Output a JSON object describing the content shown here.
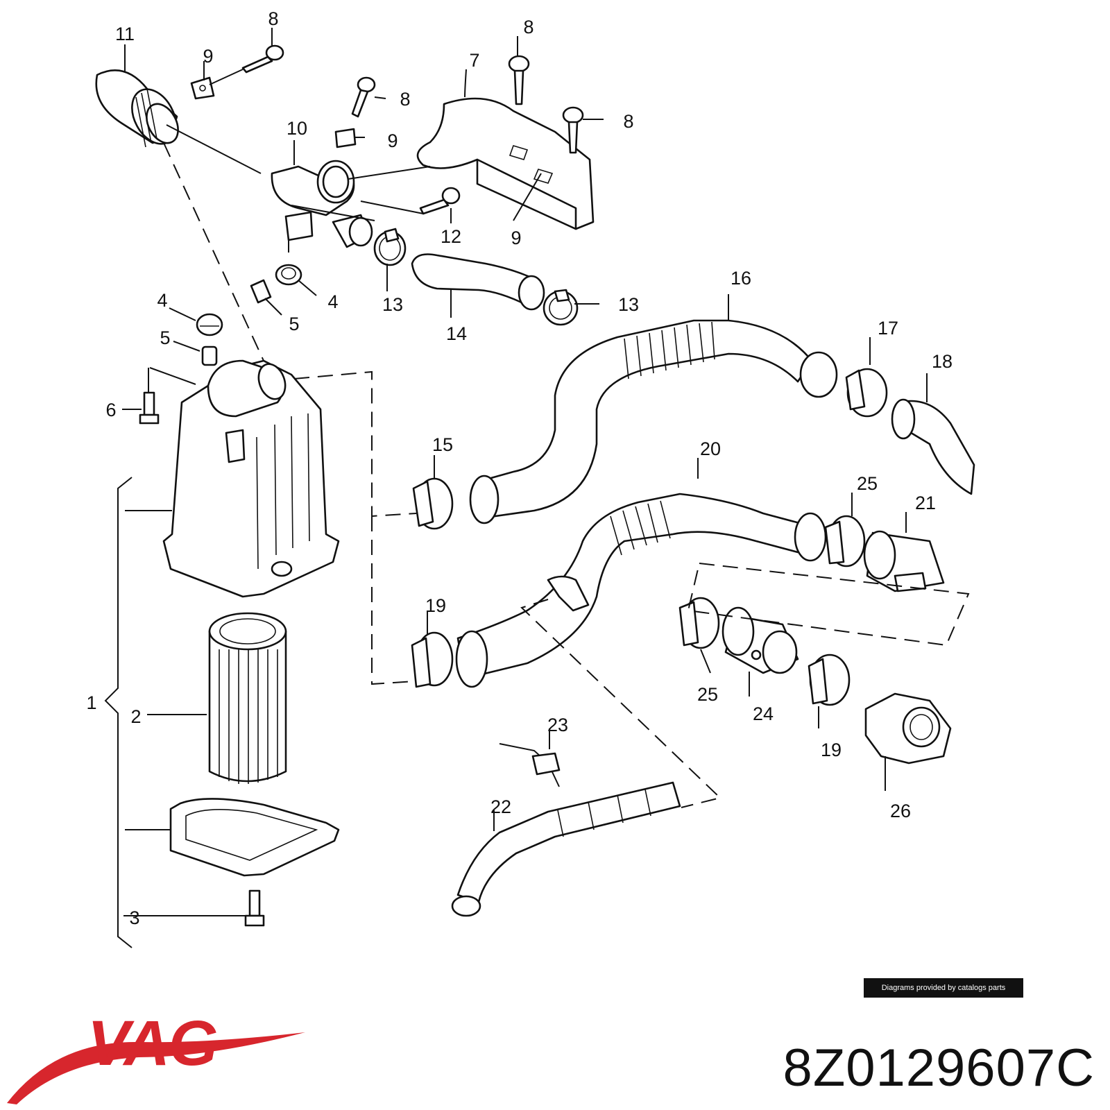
{
  "callouts": {
    "c1": "1",
    "c2": "2",
    "c3": "3",
    "c4a": "4",
    "c4b": "4",
    "c5a": "5",
    "c5b": "5",
    "c6": "6",
    "c7": "7",
    "c8a": "8",
    "c8b": "8",
    "c8c": "8",
    "c8d": "8",
    "c9a": "9",
    "c9b": "9",
    "c9c": "9",
    "c10": "10",
    "c11": "11",
    "c12": "12",
    "c13a": "13",
    "c13b": "13",
    "c14": "14",
    "c15": "15",
    "c16": "16",
    "c17": "17",
    "c18": "18",
    "c19a": "19",
    "c19b": "19",
    "c20": "20",
    "c21": "21",
    "c22": "22",
    "c23": "23",
    "c24": "24",
    "c25a": "25",
    "c25b": "25",
    "c26": "26"
  },
  "credit": "Diagrams provided by catalogs parts",
  "brand": {
    "name": "VAG",
    "color": "#d7262d"
  },
  "part_number": "8Z0129607C"
}
